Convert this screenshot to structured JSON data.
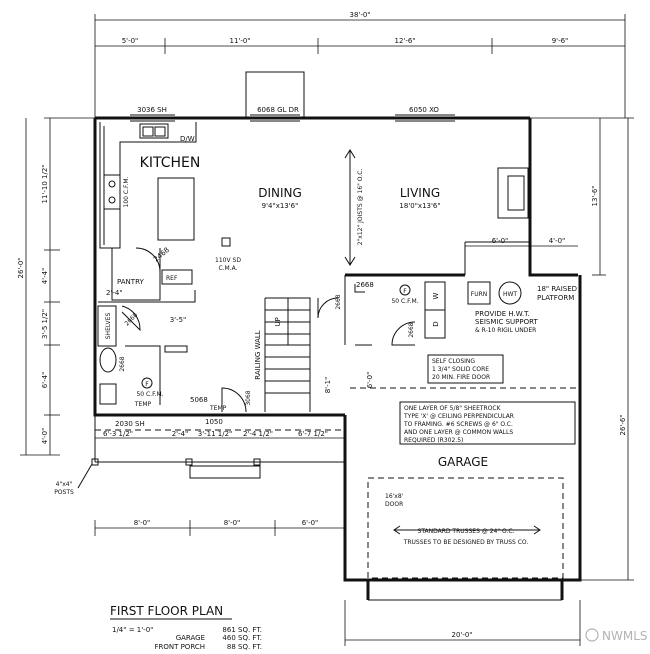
{
  "dimensions": {
    "overall_width": "38'-0\"",
    "top": [
      "5'-0\"",
      "11'-0\"",
      "12'-6\"",
      "9'-6\""
    ],
    "left": [
      "11'-10 1/2\"",
      "26'-0\"",
      "4'-4\"",
      "3'-5 1/2\"",
      "6'-4\"",
      "4'-0\""
    ],
    "right": [
      "13'-6\"",
      "26'-6\""
    ],
    "porch": [
      "6'-3 1/2\"",
      "2'-4\"",
      "3'-11 1/2\"",
      "2'-4 1/2\"",
      "6'-7 1/2\""
    ],
    "bottom_1": [
      "8'-0\"",
      "8'-0\"",
      "6'-0\""
    ],
    "bottom_2": "20'-0\"",
    "living_sub": [
      "6'-0\"",
      "4'-0\""
    ],
    "pantry_width": "2'-4\"",
    "laundry_width": "3'-5\"",
    "stair_width": "8'-1\"",
    "closet_depth": "6'-0\""
  },
  "windows_doors": {
    "kitchen_window": "3036 SH",
    "dining_door": "6068 GL DR",
    "living_window": "6050 XO",
    "pantry_door": "2468",
    "mech_door": "2668",
    "laundry_door": "2668",
    "bath_door": "2668",
    "entry_door": "3068",
    "bath_window": "2030 SH",
    "entry_window": "5068",
    "temp_1": "TEMP",
    "temp_2": "TEMP",
    "dim_1050": "1050"
  },
  "rooms": {
    "kitchen": "KITCHEN",
    "dining": "DINING",
    "dining_size": "9'4\"x13'6\"",
    "living": "LIVING",
    "living_size": "18'0\"x13'6\"",
    "pantry": "PANTRY",
    "shelves": "SHELVES",
    "garage": "GARAGE",
    "railing": "RAILING WALL",
    "up": "UP"
  },
  "fixtures": {
    "dw": "D/W",
    "hood": "100 C.F.M.",
    "ref": "REF",
    "cma": [
      "110V SD",
      "C.M.A."
    ],
    "fan_1": "50 C.F.M.",
    "fan_2": "50 C.F.M.",
    "fan_symbol": "F",
    "washer": "W",
    "dryer": "D",
    "furnace": "FURN",
    "hwt": "HWT",
    "joists": "2\"x12\" JOISTS @ 16\" O.C."
  },
  "notes": {
    "platform": [
      "18\" RAISED",
      "PLATFORM"
    ],
    "hwt": [
      "PROVIDE H.W.T.",
      "SEISMIC SUPPORT",
      "& R-10 RIGIL UNDER"
    ],
    "door": [
      "SELF CLOSING",
      "1 3/4\" SOLID CORE",
      "20 MIN. FIRE DOOR"
    ],
    "sheetrock": [
      "ONE LAYER OF 5/8\" SHEETROCK",
      "TYPE 'X' @ CEILING PERPENDICULAR",
      "TO FRAMING. #6 SCREWS @ 6\" O.C.",
      "AND ONE LAYER @ COMMON WALLS",
      "REQUIRED (R302.5)"
    ],
    "garage_door": [
      "16'x8'",
      "DOOR"
    ],
    "trusses": "STANDARD TRUSSES @ 24\" O.C.",
    "trusses_sub": "TRUSSES TO BE DESIGNED BY TRUSS CO.",
    "posts": [
      "4\"x4\"",
      "POSTS"
    ]
  },
  "title_block": {
    "title": "FIRST FLOOR PLAN",
    "scale": "1/4\" = 1'-0\"",
    "areas": [
      {
        "label": "",
        "value": "861 SQ. FT."
      },
      {
        "label": "GARAGE",
        "value": "460 SQ. FT."
      },
      {
        "label": "FRONT PORCH",
        "value": "88 SQ. FT."
      }
    ]
  },
  "watermark": "NWMLS"
}
